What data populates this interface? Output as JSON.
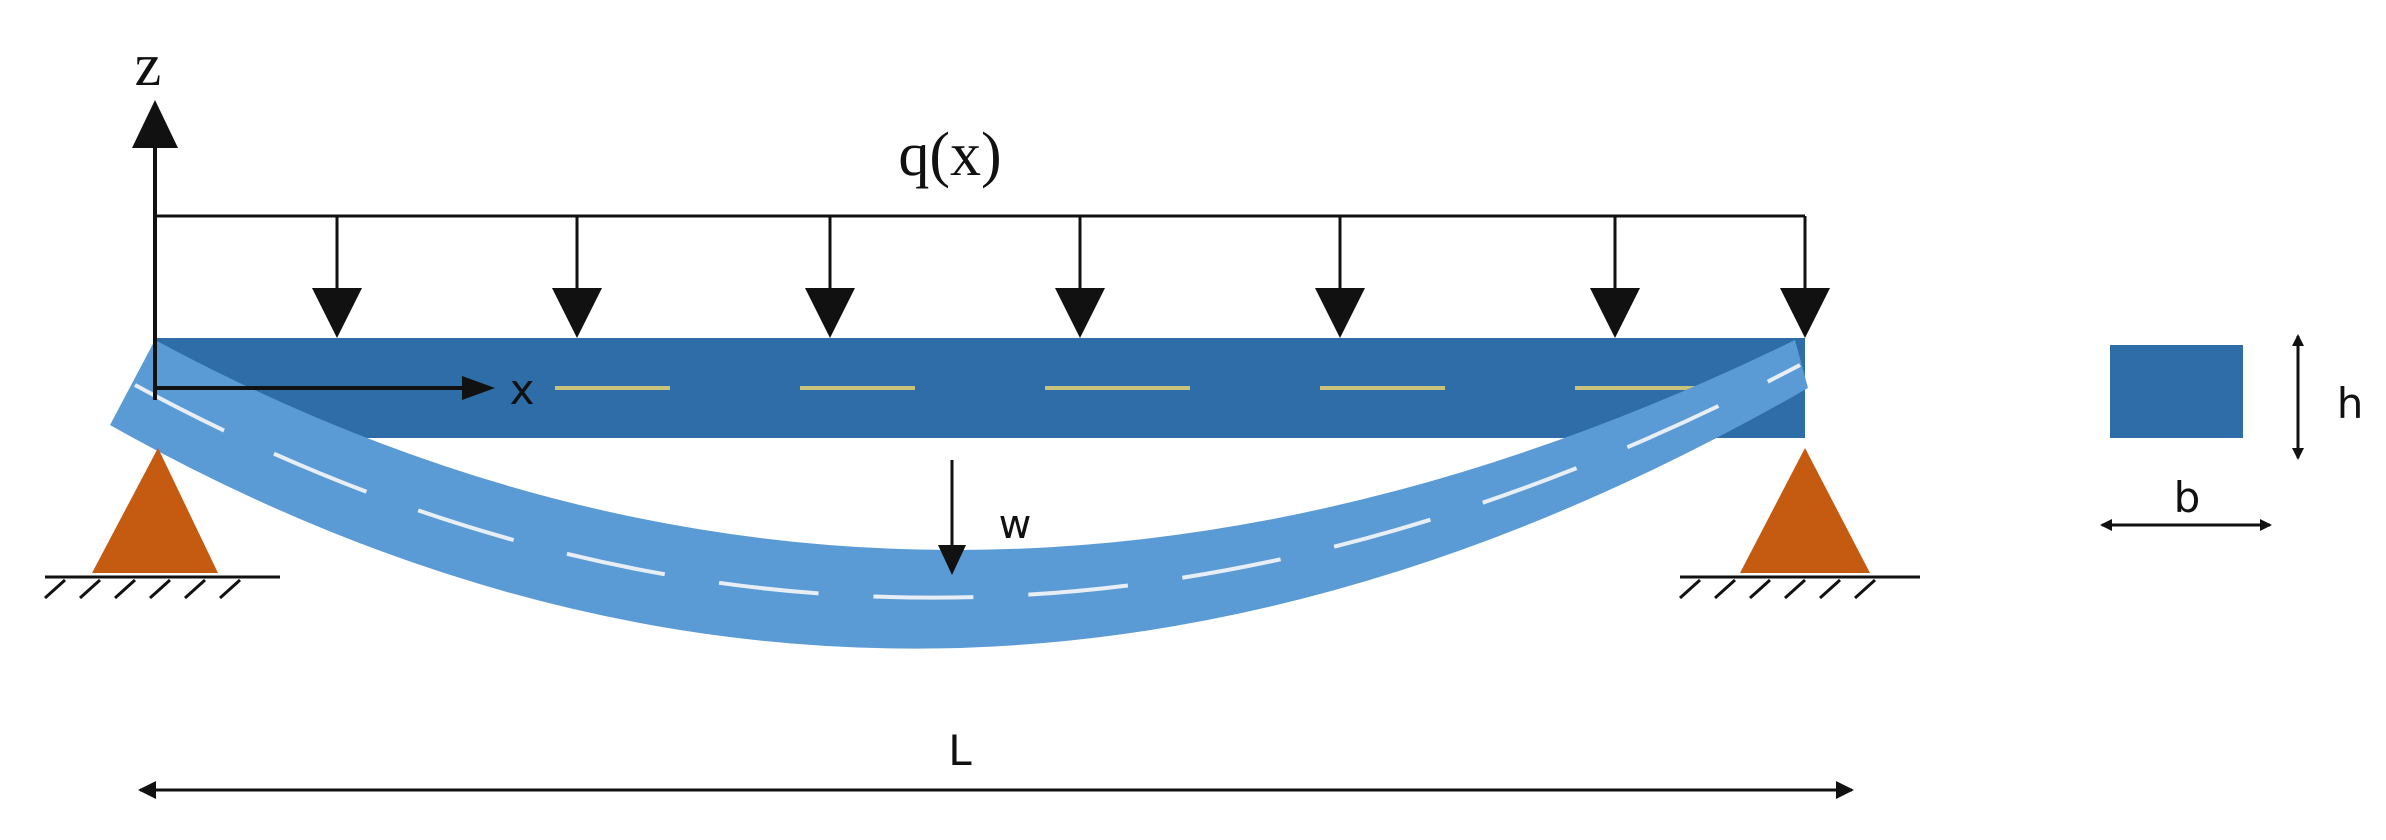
{
  "labels": {
    "z_axis": "z",
    "load": "q(x)",
    "x_axis": "x",
    "deflection": "w",
    "length": "L",
    "height": "h",
    "width": "b"
  },
  "colors": {
    "beam_undeformed": "#2e6da8",
    "beam_deformed": "#5b9bd5",
    "support": "#c55a11",
    "neutral_axis_undeformed": "#c9c27a",
    "neutral_axis_deformed": "#e8eef6",
    "lines": "#111111",
    "background": "#ffffff"
  },
  "icons": {
    "supports": [
      "pin-support-icon",
      "pin-support-icon"
    ],
    "arrows": "arrow-icon"
  }
}
